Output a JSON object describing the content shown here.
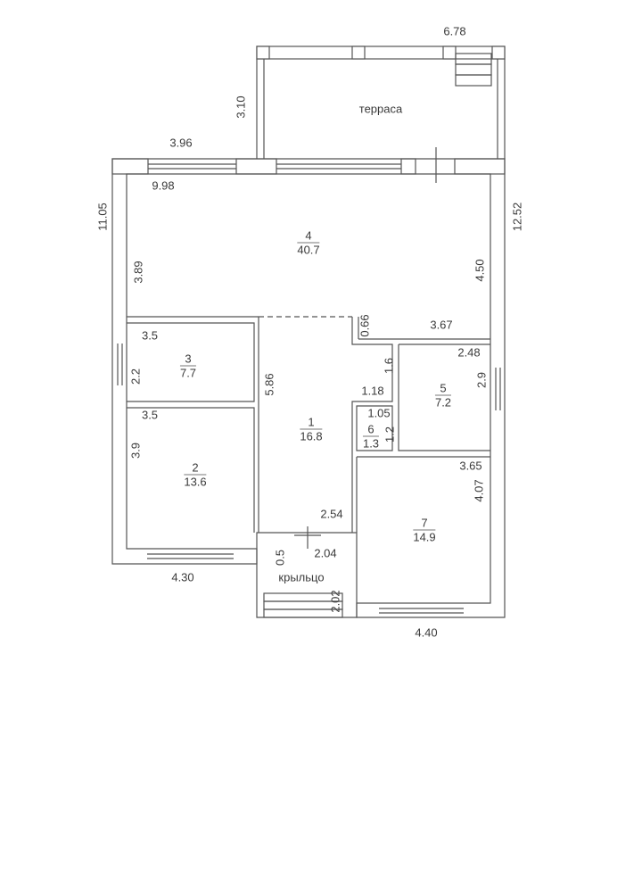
{
  "terrace": {
    "label": "терраса",
    "width": "6.78",
    "depth": "3.10"
  },
  "porch": {
    "label": "крыльцо",
    "width": "2.04",
    "depth": "0.5",
    "steps": "2.02"
  },
  "overall": {
    "top_left": "3.96",
    "left_height": "11.05",
    "right_height": "12.52",
    "bottom_left": "4.30",
    "bottom_right": "4.40"
  },
  "rooms": [
    {
      "number": "1",
      "area": "16.8",
      "dims": [
        "5.86",
        "2.54"
      ]
    },
    {
      "number": "2",
      "area": "13.6",
      "dims": [
        "3.5",
        "3.9"
      ]
    },
    {
      "number": "3",
      "area": "7.7",
      "dims": [
        "3.5",
        "2.2"
      ]
    },
    {
      "number": "4",
      "area": "40.7",
      "dims": [
        "9.98",
        "3.89",
        "4.50",
        "3.67",
        "0.66"
      ]
    },
    {
      "number": "5",
      "area": "7.2",
      "dims": [
        "2.48",
        "2.9"
      ]
    },
    {
      "number": "6",
      "area": "1.3",
      "dims": [
        "1.05",
        "1.2"
      ]
    },
    {
      "number": "7",
      "area": "14.9",
      "dims": [
        "3.65",
        "4.07"
      ]
    }
  ],
  "corridor": {
    "dims": [
      "1.6",
      "1.18"
    ]
  }
}
